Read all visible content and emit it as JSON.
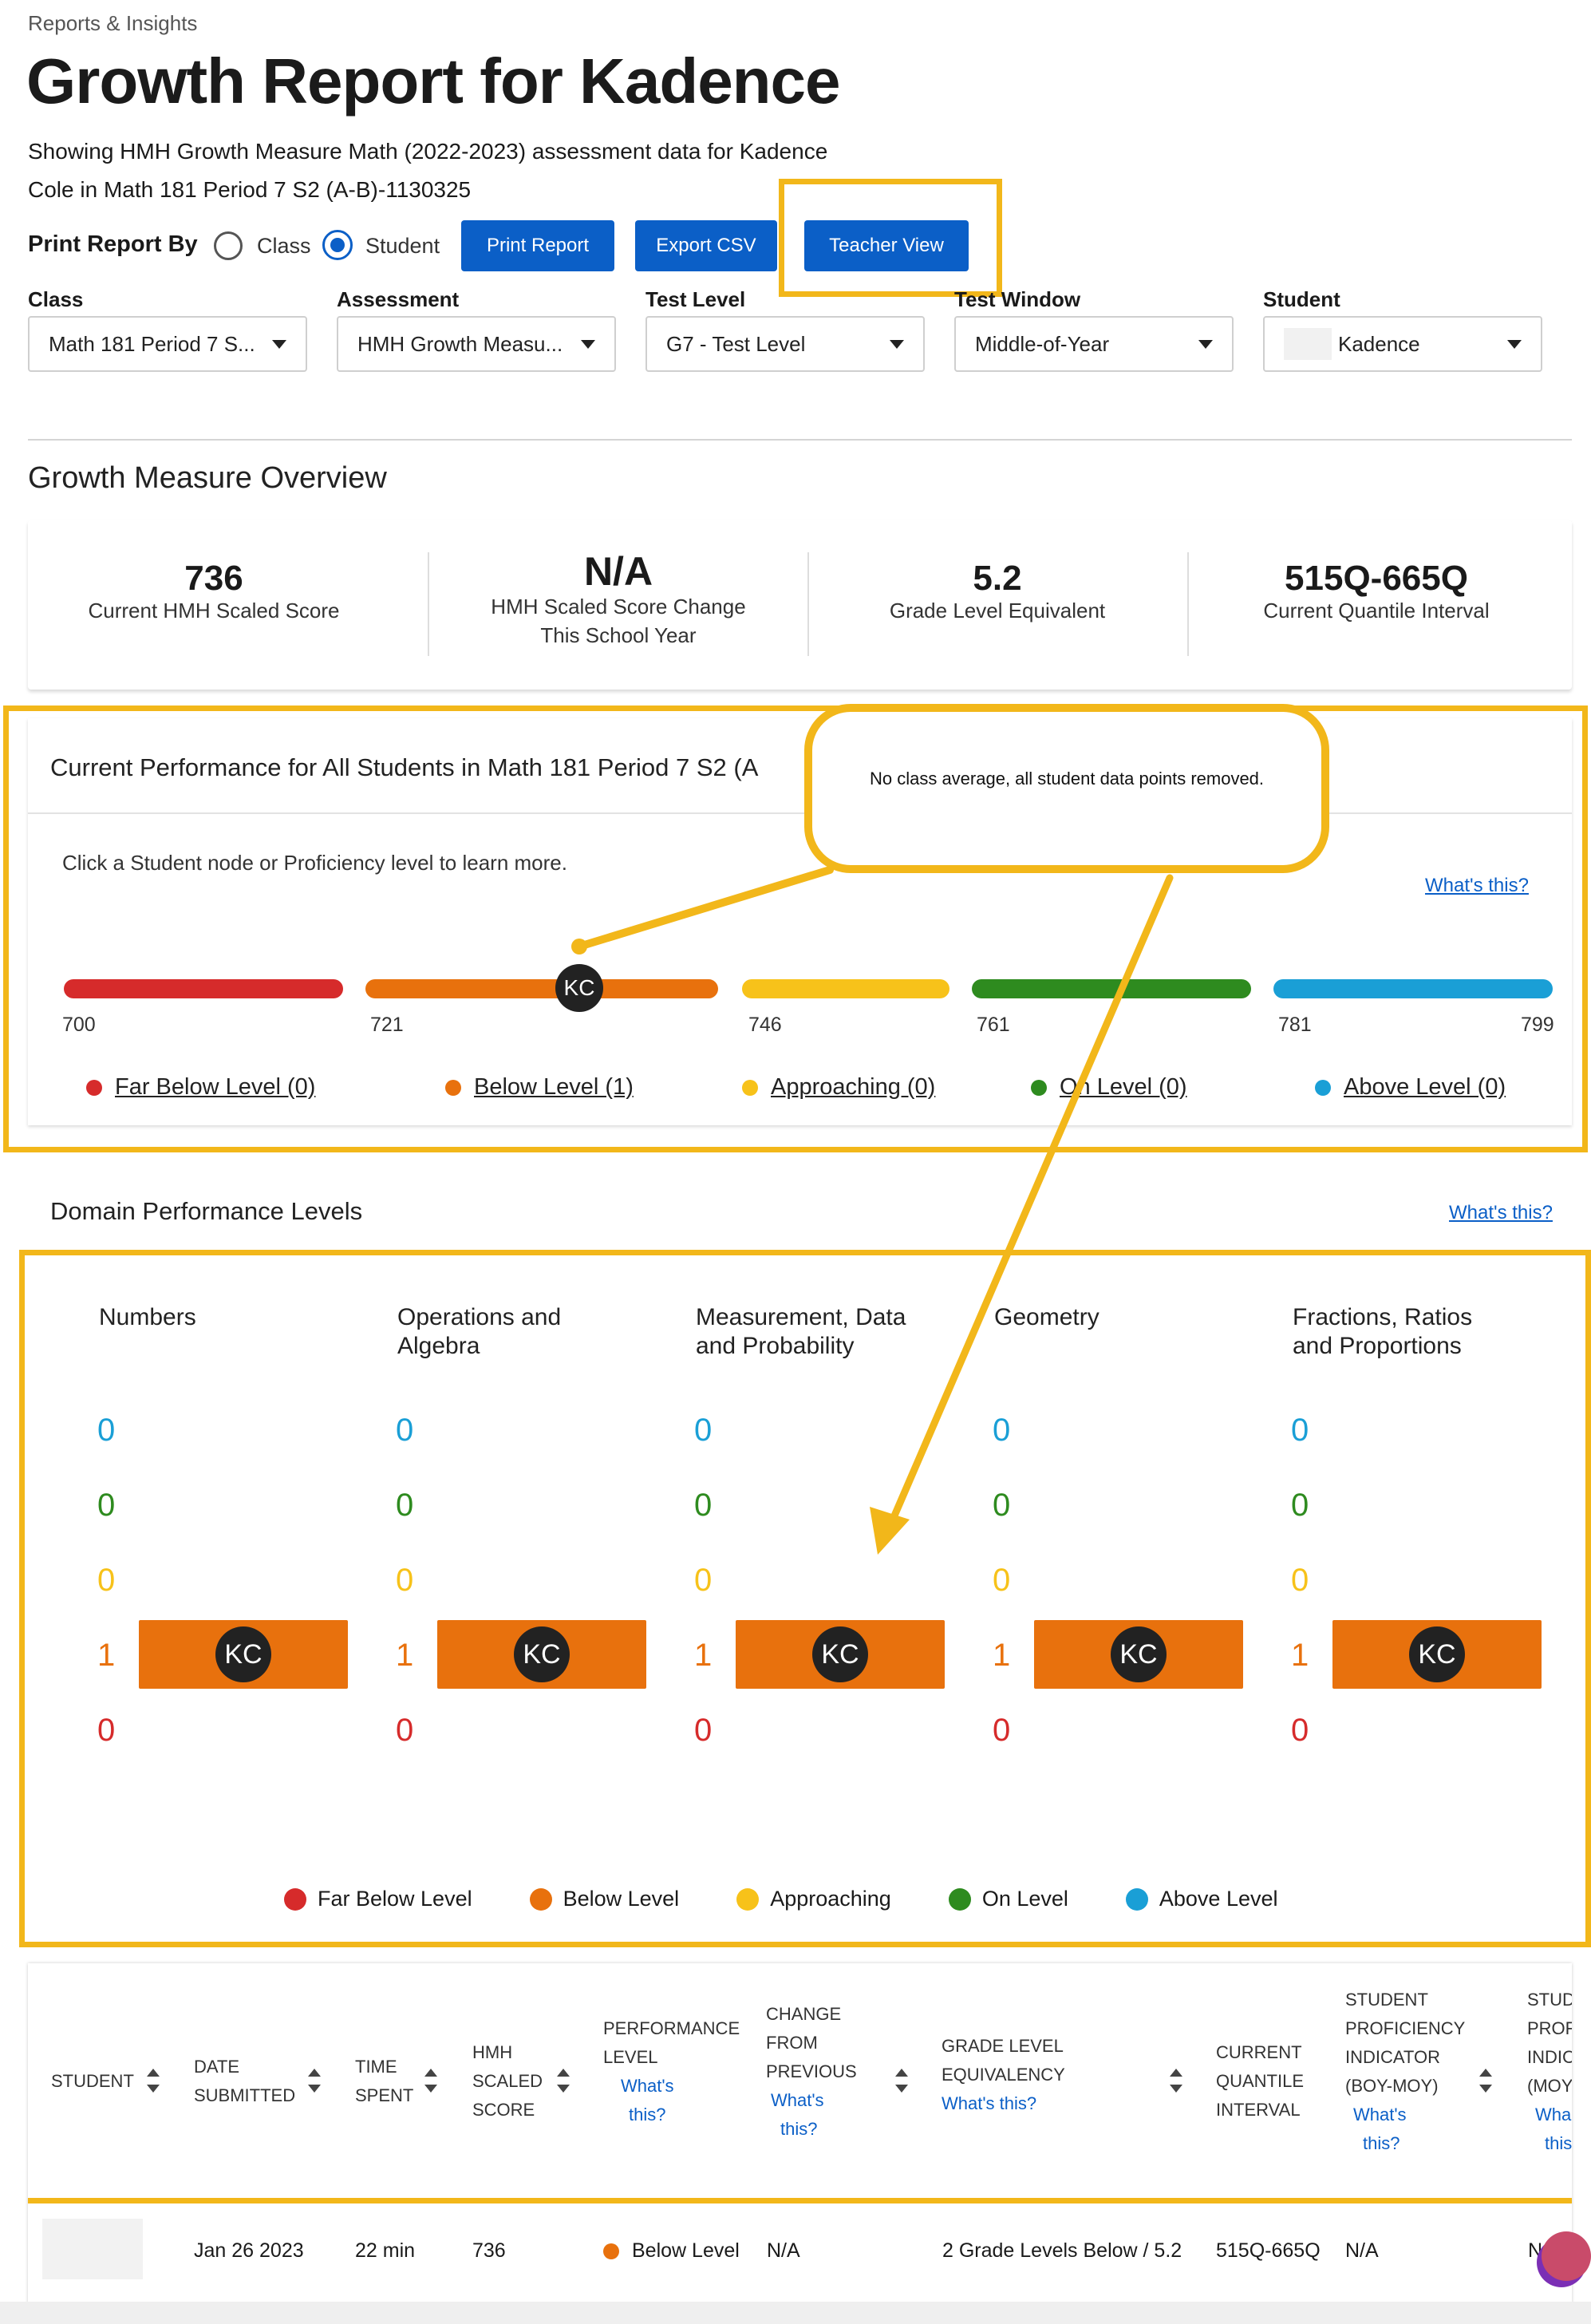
{
  "breadcrumb": "Reports & Insights",
  "page_title": "Growth Report for Kadence",
  "description_line1": "Showing HMH Growth Measure Math (2022-2023) assessment data for Kadence",
  "description_line2": "Cole in Math 181 Period 7 S2 (A-B)-1130325",
  "print_by": {
    "label": "Print Report By",
    "option_class": "Class",
    "option_student": "Student",
    "selected": "Student"
  },
  "buttons": {
    "print": "Print Report",
    "export": "Export CSV",
    "teacher_view": "Teacher View"
  },
  "filters": [
    {
      "label": "Class",
      "value": "Math 181 Period 7 S..."
    },
    {
      "label": "Assessment",
      "value": "HMH Growth Measu..."
    },
    {
      "label": "Test Level",
      "value": "G7 - Test Level"
    },
    {
      "label": "Test Window",
      "value": "Middle-of-Year"
    },
    {
      "label": "Student",
      "value": "Kadence"
    }
  ],
  "overview": {
    "title": "Growth Measure Overview",
    "stats": [
      {
        "value": "736",
        "label": "Current HMH Scaled Score",
        "label2": ""
      },
      {
        "value": "N/A",
        "label": "HMH Scaled Score Change",
        "label2": "This School Year"
      },
      {
        "value": "5.2",
        "label": "Grade Level Equivalent",
        "label2": ""
      },
      {
        "value": "515Q-665Q",
        "label": "Current Quantile Interval",
        "label2": ""
      }
    ]
  },
  "current_performance": {
    "title": "Current Performance for All Students in Math 181 Period 7 S2 (A",
    "instruction": "Click a Student node or Proficiency level to learn more.",
    "whats_this": "What's this?",
    "callout": "No class average, all student data points removed.",
    "student_node": "KC",
    "ticks": [
      "700",
      "721",
      "746",
      "761",
      "781",
      "799"
    ],
    "legend": [
      {
        "label": "Far Below Level (0)",
        "color": "#d62b2b"
      },
      {
        "label": "Below Level (1)",
        "color": "#e8710d"
      },
      {
        "label": "Approaching (0)",
        "color": "#f7c21a"
      },
      {
        "label": "On Level (0)",
        "color": "#2e8b1f"
      },
      {
        "label": "Above Level (0)",
        "color": "#1a9fd6"
      }
    ]
  },
  "domain": {
    "title": "Domain Performance Levels",
    "whats_this": "What's this?",
    "columns": [
      {
        "name1": "Numbers",
        "name2": "",
        "counts": [
          "0",
          "0",
          "0",
          "1",
          "0"
        ]
      },
      {
        "name1": "Operations and",
        "name2": "Algebra",
        "counts": [
          "0",
          "0",
          "0",
          "1",
          "0"
        ]
      },
      {
        "name1": "Measurement, Data",
        "name2": "and Probability",
        "counts": [
          "0",
          "0",
          "0",
          "1",
          "0"
        ]
      },
      {
        "name1": "Geometry",
        "name2": "",
        "counts": [
          "0",
          "0",
          "0",
          "1",
          "0"
        ]
      },
      {
        "name1": "Fractions, Ratios",
        "name2": "and Proportions",
        "counts": [
          "0",
          "0",
          "0",
          "1",
          "0"
        ]
      }
    ],
    "node": "KC",
    "legend": [
      {
        "label": "Far Below Level",
        "color": "#d62b2b"
      },
      {
        "label": "Below Level",
        "color": "#e8710d"
      },
      {
        "label": "Approaching",
        "color": "#f7c21a"
      },
      {
        "label": "On Level",
        "color": "#2e8b1f"
      },
      {
        "label": "Above Level",
        "color": "#1a9fd6"
      }
    ]
  },
  "table": {
    "headers": {
      "student": "STUDENT",
      "date": [
        "DATE",
        "SUBMITTED"
      ],
      "time": [
        "TIME",
        "SPENT"
      ],
      "score": [
        "HMH",
        "SCALED",
        "SCORE"
      ],
      "perf": [
        "PERFORMANCE",
        "LEVEL"
      ],
      "change": [
        "CHANGE",
        "FROM",
        "PREVIOUS"
      ],
      "grade": [
        "GRADE LEVEL",
        "EQUIVALENCY"
      ],
      "quantile": [
        "CURRENT",
        "QUANTILE",
        "INTERVAL"
      ],
      "spi": [
        "STUDENT",
        "PROFICIENCY",
        "INDICATOR",
        "(BOY-MOY)"
      ],
      "spi2": [
        "STUD",
        "PROF",
        "INDIC",
        "(MOY"
      ],
      "whats": [
        "What's",
        "this?"
      ],
      "whats_one": "What's this?",
      "whats_cut": [
        "Wha",
        "this"
      ]
    },
    "row": {
      "date": "Jan 26 2023",
      "time": "22 min",
      "score": "736",
      "perf": "Below Level",
      "perf_color": "#e8710d",
      "change": "N/A",
      "grade": "2 Grade Levels Below / 5.2",
      "quantile": "515Q-665Q",
      "spi": "N/A",
      "spi2": "N/"
    }
  },
  "colors": {
    "accent": "#0b5fc7",
    "highlight": "#f2b71a"
  }
}
